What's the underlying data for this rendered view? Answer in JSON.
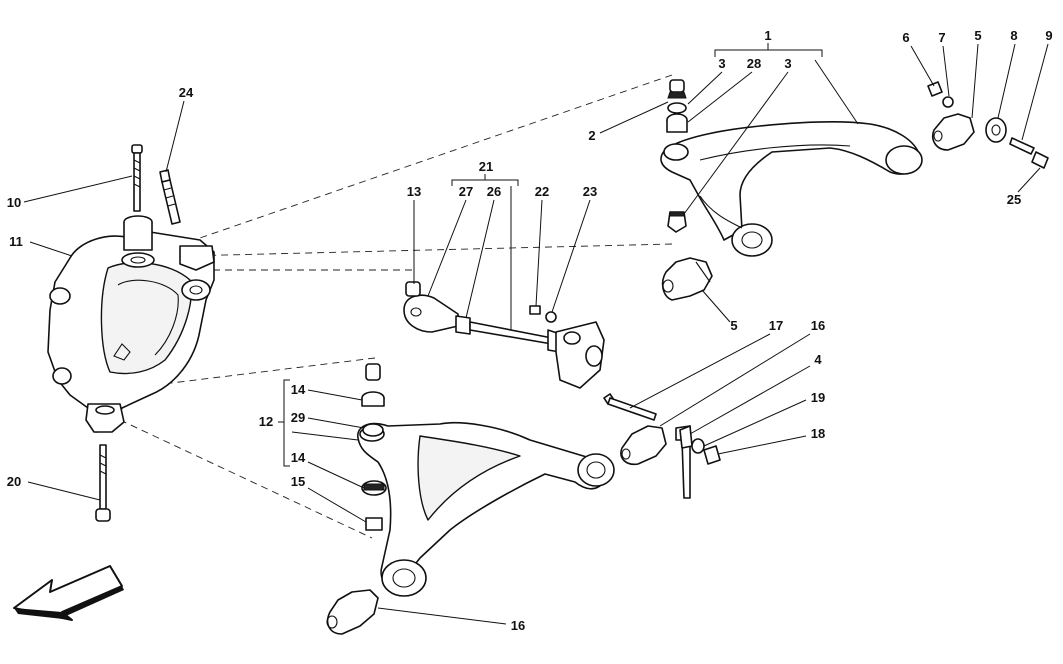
{
  "callouts": [
    {
      "id": "c1",
      "text": "1"
    },
    {
      "id": "c3a",
      "text": "3"
    },
    {
      "id": "c28",
      "text": "28"
    },
    {
      "id": "c3b",
      "text": "3"
    },
    {
      "id": "c2",
      "text": "2"
    },
    {
      "id": "c6",
      "text": "6"
    },
    {
      "id": "c7",
      "text": "7"
    },
    {
      "id": "c5a",
      "text": "5"
    },
    {
      "id": "c8",
      "text": "8"
    },
    {
      "id": "c9",
      "text": "9"
    },
    {
      "id": "c25",
      "text": "25"
    },
    {
      "id": "c24",
      "text": "24"
    },
    {
      "id": "c10",
      "text": "10"
    },
    {
      "id": "c11",
      "text": "11"
    },
    {
      "id": "c21",
      "text": "21"
    },
    {
      "id": "c13",
      "text": "13"
    },
    {
      "id": "c27",
      "text": "27"
    },
    {
      "id": "c26",
      "text": "26"
    },
    {
      "id": "c22",
      "text": "22"
    },
    {
      "id": "c23",
      "text": "23"
    },
    {
      "id": "c5b",
      "text": "5"
    },
    {
      "id": "c17",
      "text": "17"
    },
    {
      "id": "c16a",
      "text": "16"
    },
    {
      "id": "c4",
      "text": "4"
    },
    {
      "id": "c19",
      "text": "19"
    },
    {
      "id": "c18",
      "text": "18"
    },
    {
      "id": "c14a",
      "text": "14"
    },
    {
      "id": "c29",
      "text": "29"
    },
    {
      "id": "c12",
      "text": "12"
    },
    {
      "id": "c14b",
      "text": "14"
    },
    {
      "id": "c15",
      "text": "15"
    },
    {
      "id": "c20",
      "text": "20"
    },
    {
      "id": "c16b",
      "text": "16"
    }
  ],
  "icons": {
    "direction_arrow": "front-direction-arrow-icon"
  },
  "colors": {
    "line": "#111111",
    "background": "#ffffff"
  }
}
